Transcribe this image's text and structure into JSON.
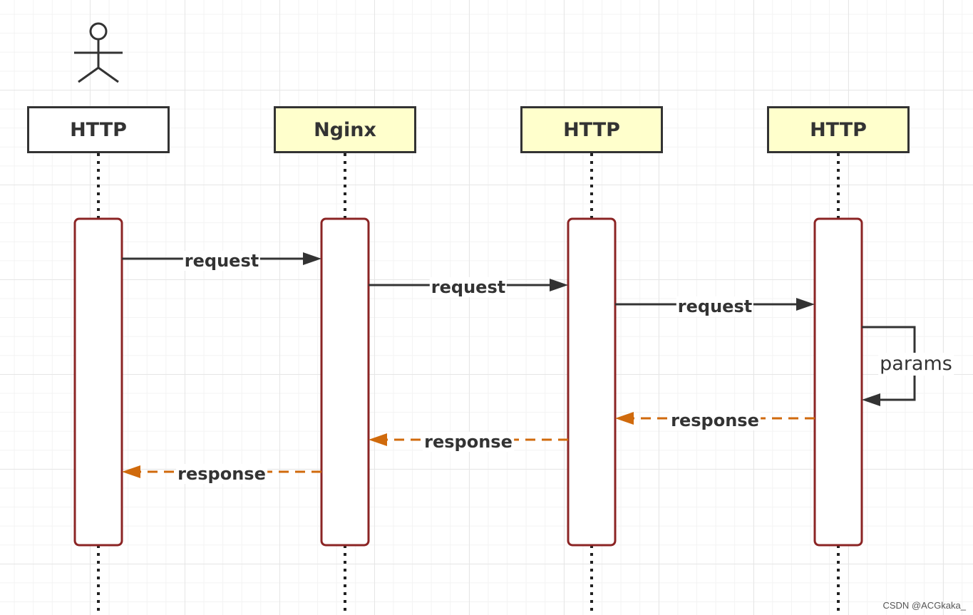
{
  "participants": [
    {
      "id": "p1",
      "label": "HTTP",
      "fill": "#ffffff",
      "actor": true
    },
    {
      "id": "p2",
      "label": "Nginx",
      "fill": "#ffffcc",
      "actor": false
    },
    {
      "id": "p3",
      "label": "HTTP",
      "fill": "#ffffcc",
      "actor": false
    },
    {
      "id": "p4",
      "label": "HTTP",
      "fill": "#ffffcc",
      "actor": false
    }
  ],
  "messages": [
    {
      "from": "p1",
      "to": "p2",
      "label": "request",
      "kind": "sync"
    },
    {
      "from": "p2",
      "to": "p3",
      "label": "request",
      "kind": "sync"
    },
    {
      "from": "p3",
      "to": "p4",
      "label": "request",
      "kind": "sync"
    },
    {
      "from": "p4",
      "to": "p4",
      "label": "params",
      "kind": "self"
    },
    {
      "from": "p4",
      "to": "p3",
      "label": "response",
      "kind": "return"
    },
    {
      "from": "p3",
      "to": "p2",
      "label": "response",
      "kind": "return"
    },
    {
      "from": "p2",
      "to": "p1",
      "label": "response",
      "kind": "return"
    }
  ],
  "colors": {
    "line": "#333333",
    "activation_border": "#8b2424",
    "return_arrow": "#d06a0c",
    "grid": "#e6e6e6"
  },
  "watermark": "CSDN @ACGkaka_"
}
